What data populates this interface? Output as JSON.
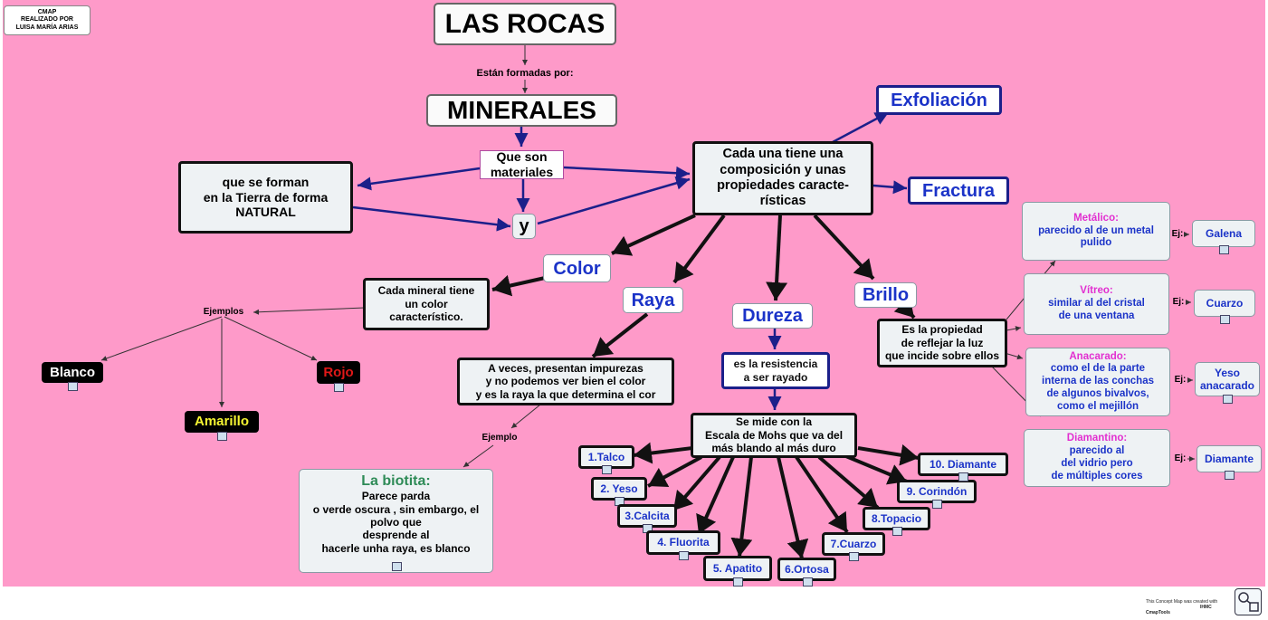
{
  "canvas": {
    "background": "#fe9ac9"
  },
  "credit_box": [
    "CMAP",
    "REALIZADO POR",
    "LUISA MARÍA ARIAS"
  ],
  "nodes": {
    "las_rocas": "LAS ROCAS",
    "estan_formadas": "Están  formadas por:",
    "minerales": "MINERALES",
    "que_son": [
      "Que son",
      "materiales"
    ],
    "que_se_forman": [
      "que se forman",
      "en la Tierra de forma",
      "NATURAL"
    ],
    "y": "y",
    "cada_una": [
      "Cada una tiene una",
      "composición y unas",
      "propiedades caracte-",
      "rísticas"
    ],
    "exfoliacion": "Exfoliación",
    "fractura": "Fractura",
    "color": "Color",
    "color_desc": [
      "Cada mineral tiene",
      "un color",
      "característico."
    ],
    "ejemplos": "Ejemplos",
    "blanco": "Blanco",
    "rojo": "Rojo",
    "amarillo": "Amarillo",
    "raya": "Raya",
    "raya_desc": [
      "A veces, presentan impurezas",
      "y no podemos ver bien el color",
      "y es la raya la que determina el cor"
    ],
    "ejemplo": "Ejemplo",
    "biotita_title": "La biotita:",
    "biotita_desc": [
      "Parece parda",
      "o verde oscura , sin embargo, el",
      "polvo que",
      "desprende al",
      "hacerle unha  raya, es blanco"
    ],
    "dureza": "Dureza",
    "dureza_desc": [
      "es la resistencia",
      "a ser rayado"
    ],
    "mohs": [
      "Se mide con la",
      "Escala de Mohs que va del",
      "más blando al más duro"
    ],
    "brillo": "Brillo",
    "brillo_desc": [
      "Es la propiedad",
      "de reflejar la luz",
      "que incide sobre ellos"
    ]
  },
  "mohs_scale": [
    "1.Talco",
    "2. Yeso",
    "3.Calcita",
    "4. Fluorita",
    "5. Apatito",
    "6.Ortosa",
    "7.Cuarzo",
    "8.Topacio",
    "9. Corindón",
    "10. Diamante"
  ],
  "brillo_types": [
    {
      "title": "Metálico:",
      "desc": [
        "parecido al de un metal",
        "pulido"
      ],
      "ej": "Ej:",
      "example": [
        "Galena"
      ]
    },
    {
      "title": "Vítreo:",
      "desc": [
        "similar al del cristal",
        "de una ventana"
      ],
      "ej": "Ej:",
      "example": [
        "Cuarzo"
      ]
    },
    {
      "title": "Anacarado:",
      "desc": [
        "como el de la parte",
        "interna de las conchas",
        "de algunos bivalvos,",
        "como el mejillón"
      ],
      "ej": "Ej:",
      "example": [
        "Yeso",
        "anacarado"
      ]
    },
    {
      "title": "Diamantino:",
      "desc": [
        "parecido al",
        "del vidrio pero",
        "de múltiples cores"
      ],
      "ej": "Ej:",
      "example": [
        "Diamante"
      ]
    }
  ],
  "footer": [
    "This Concept Map was created with",
    "IHMC CmapTools"
  ]
}
